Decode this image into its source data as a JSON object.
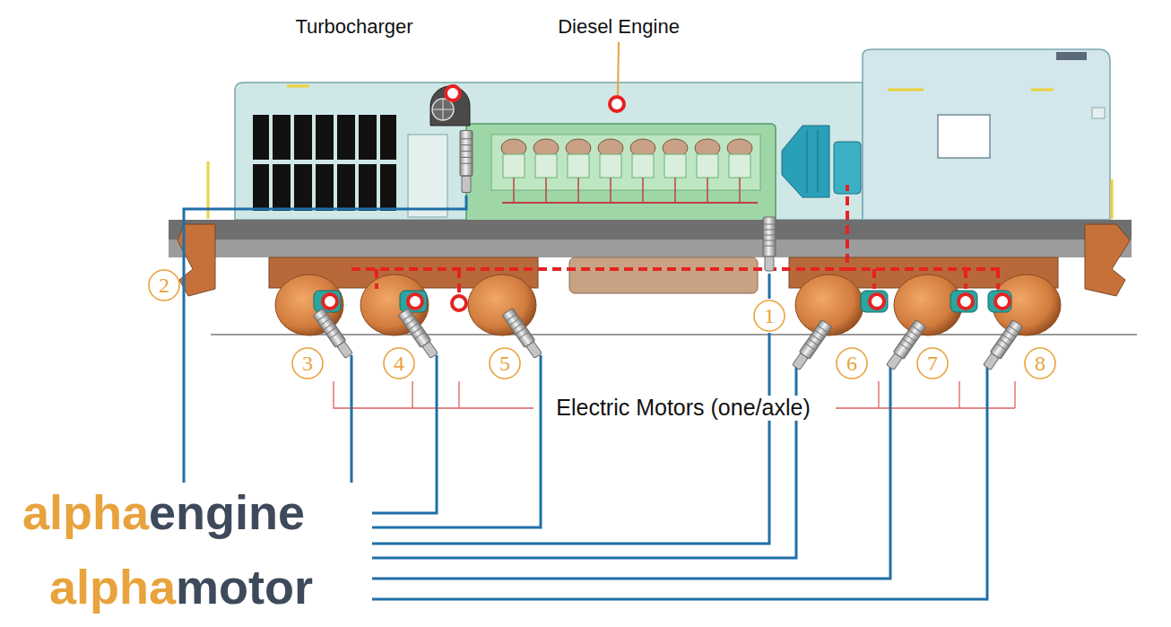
{
  "diagram": {
    "labels": [
      "Turbocharger",
      "Diesel Engine",
      "1",
      "2",
      "3",
      "4",
      "5",
      "6",
      "7",
      "8",
      "Electric Motors (one/axle)",
      "alpha",
      "engine",
      "alpha",
      "motor"
    ]
  }
}
